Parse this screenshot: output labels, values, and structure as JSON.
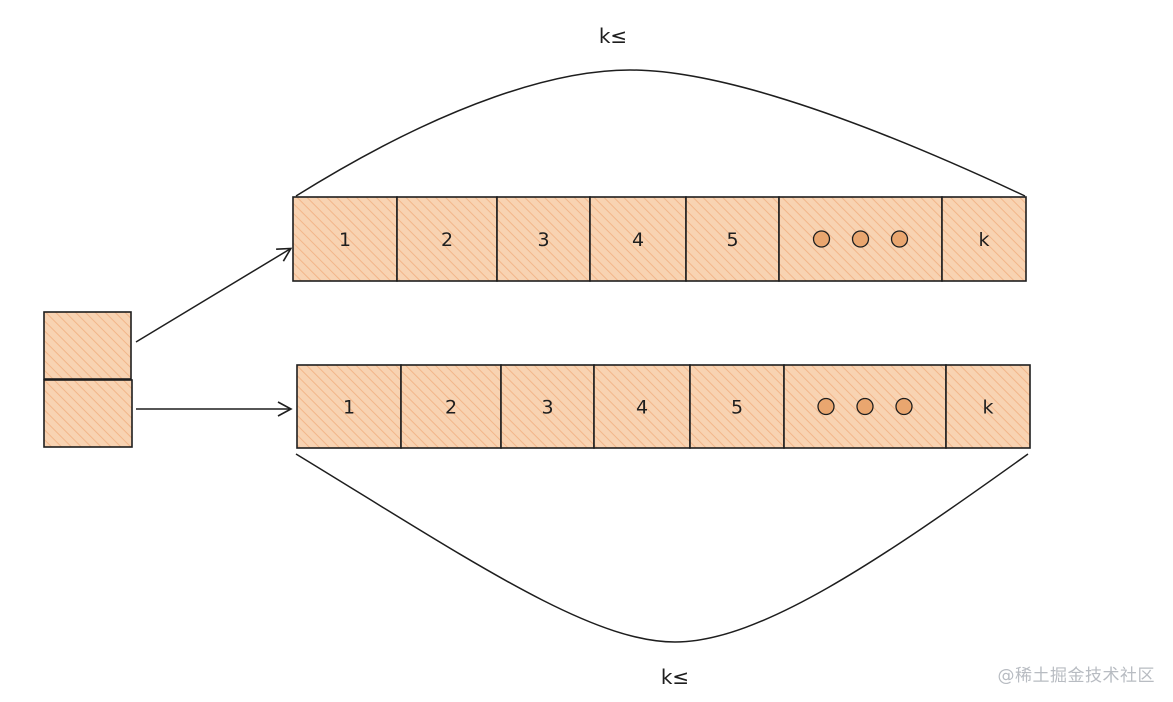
{
  "colors": {
    "fill": "#f8d3b2",
    "hatch": "#f2b68a",
    "stroke": "#1e1e1e",
    "dot": "#e9a66f"
  },
  "top_brace_label": "k≤",
  "bottom_brace_label": "k≤",
  "rows": [
    {
      "cells": [
        {
          "label": "1"
        },
        {
          "label": "2"
        },
        {
          "label": "3"
        },
        {
          "label": "4"
        },
        {
          "label": "5"
        },
        {
          "label": "",
          "dots": 3
        },
        {
          "label": "k"
        }
      ]
    },
    {
      "cells": [
        {
          "label": "1"
        },
        {
          "label": "2"
        },
        {
          "label": "3"
        },
        {
          "label": "4"
        },
        {
          "label": "5"
        },
        {
          "label": "",
          "dots": 3
        },
        {
          "label": "k"
        }
      ]
    }
  ],
  "watermark": "@稀土掘金技术社区"
}
